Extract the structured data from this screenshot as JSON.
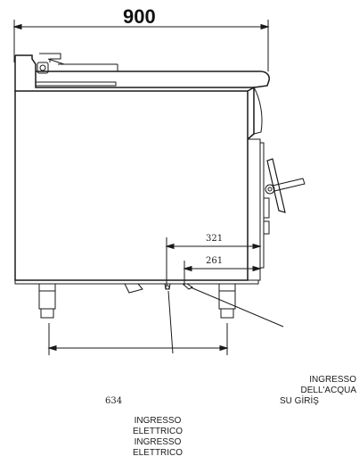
{
  "dimensions": {
    "overall_depth": "900",
    "dim_321": "321",
    "dim_261": "261",
    "dim_634": "634"
  },
  "labels": {
    "water_inlet": [
      "INGRESSO",
      "DELL'ACQUA",
      "SU GİRİŞ"
    ],
    "electric_inlet": [
      "INGRESSO",
      "ELETTRICO",
      "INGRESSO",
      "ELETTRICO"
    ]
  },
  "colors": {
    "line": "#1a1a1a",
    "fill": "#ffffff"
  }
}
